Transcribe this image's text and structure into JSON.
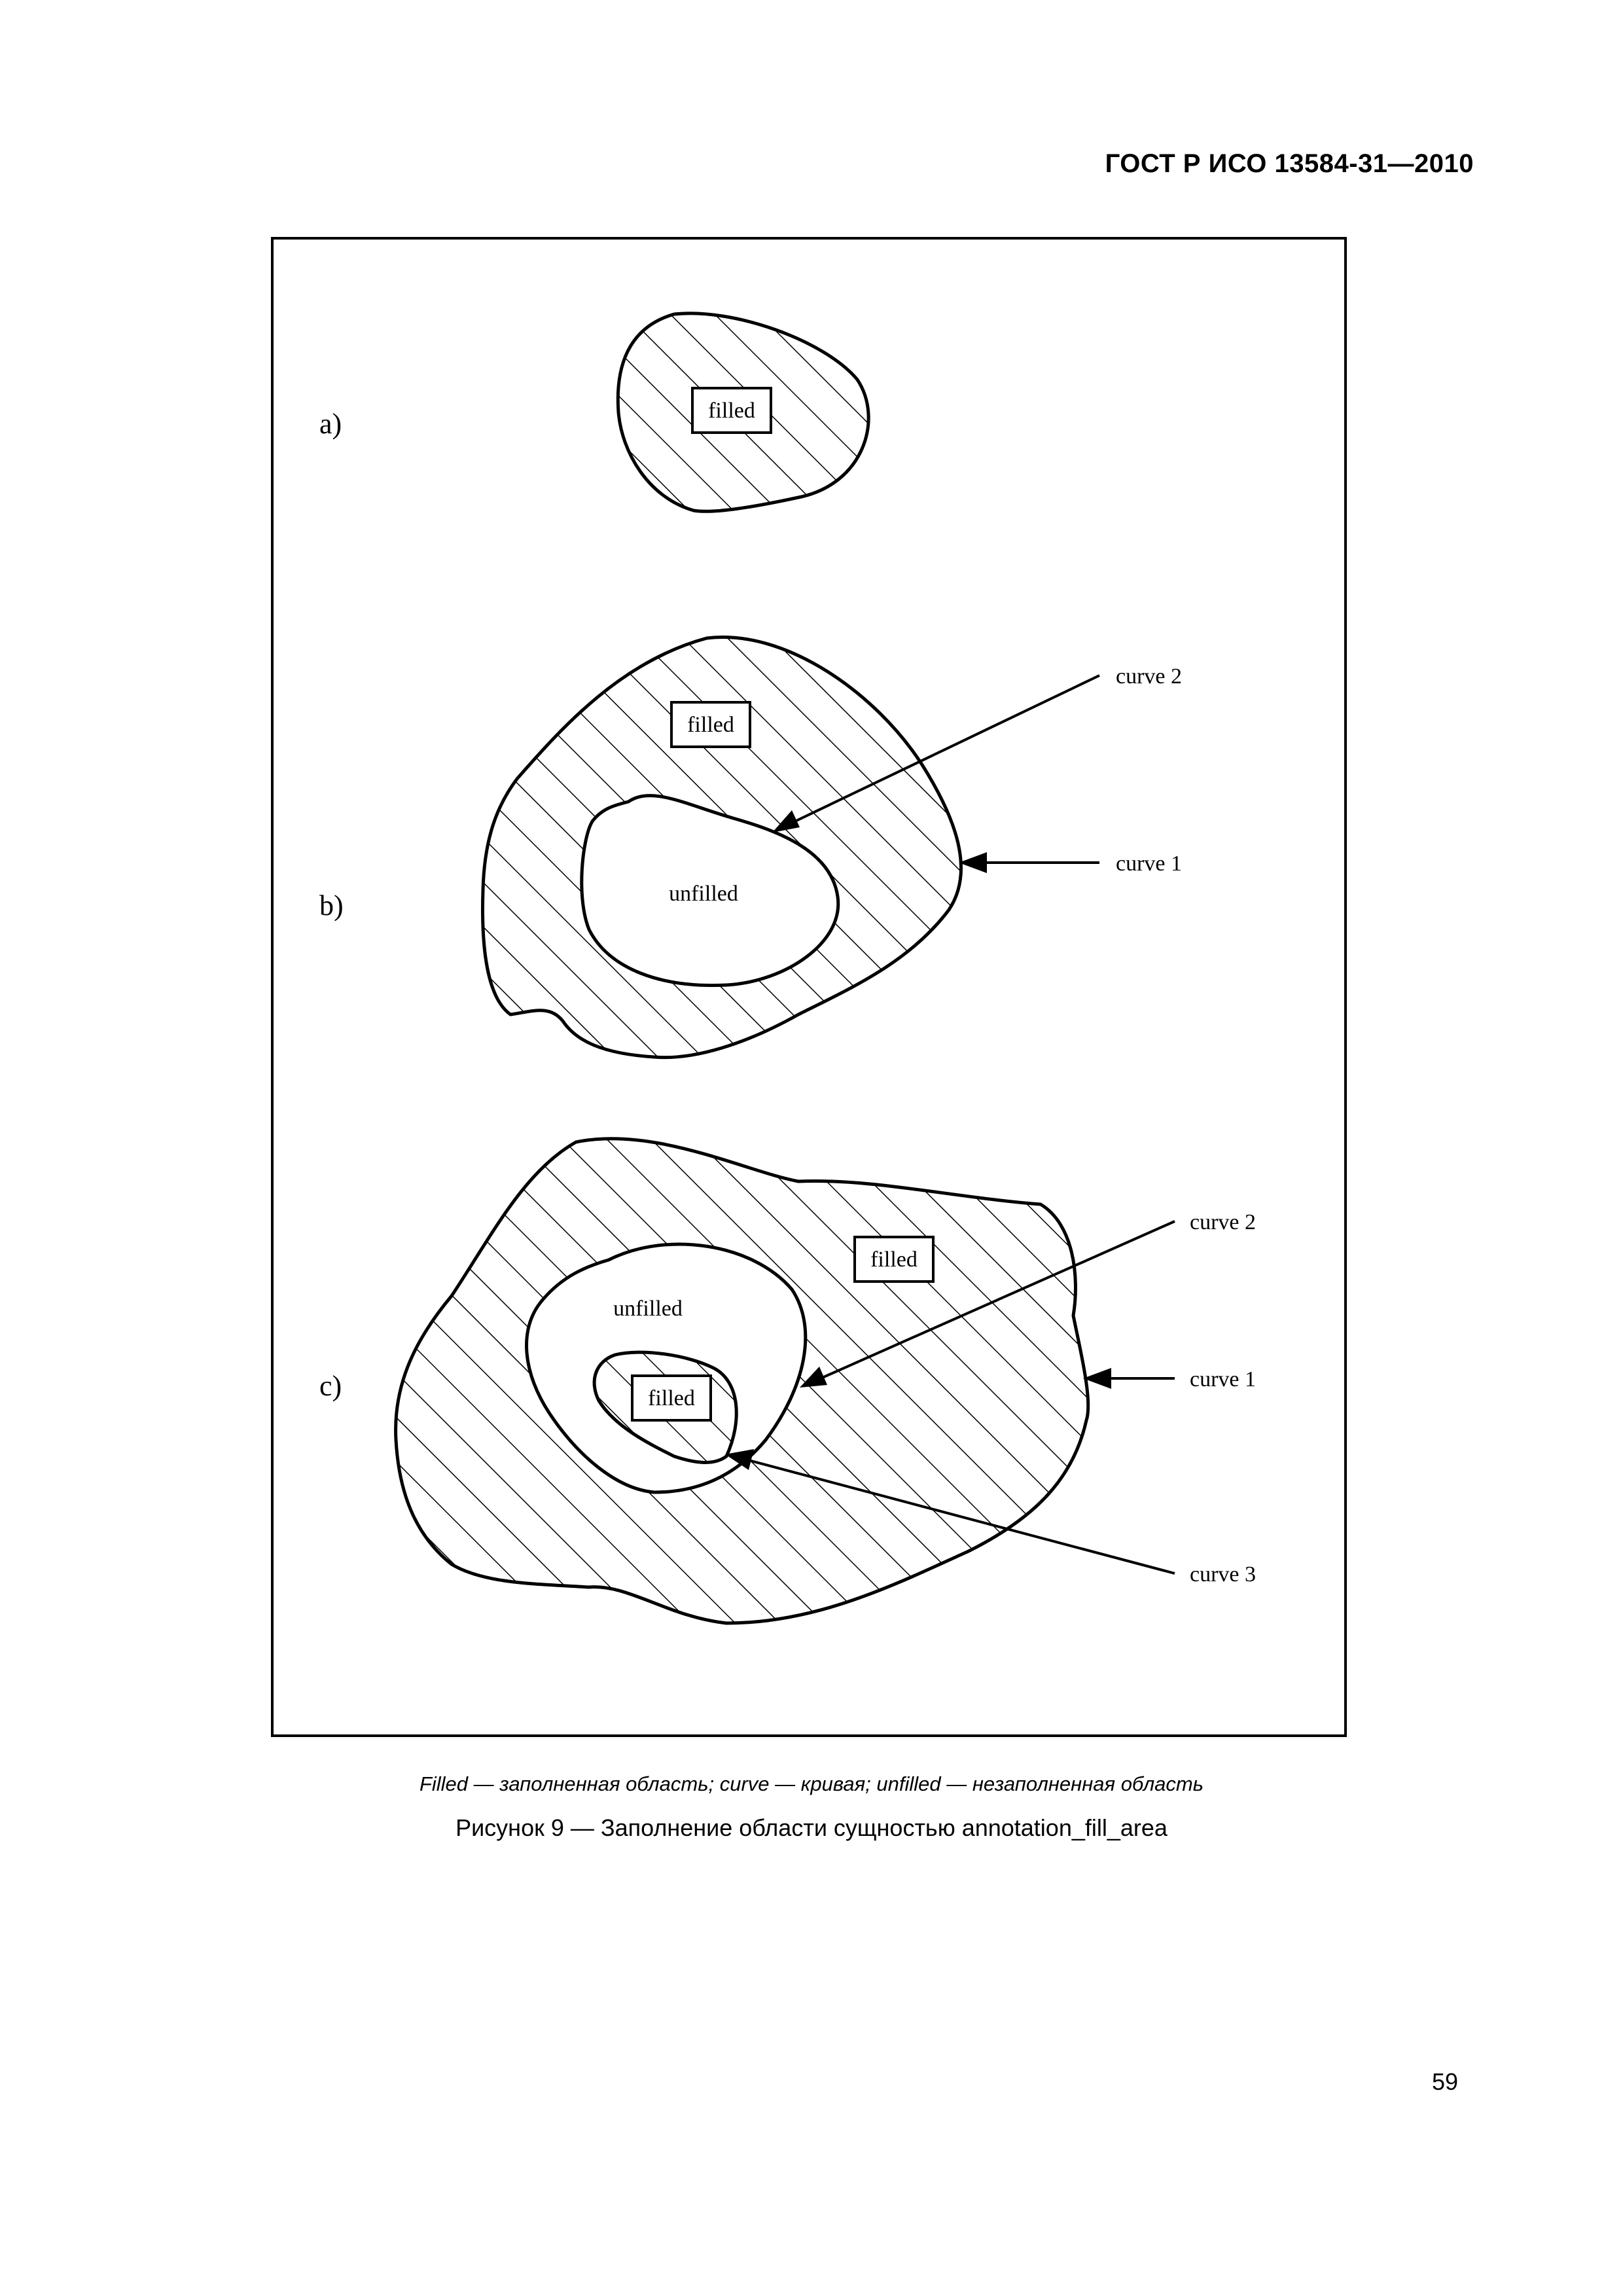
{
  "header": {
    "standard_code": "ГОСТ Р ИСО 13584-31—2010"
  },
  "figure": {
    "panel_a": {
      "label": "a)",
      "filled_label": "filled"
    },
    "panel_b": {
      "label": "b)",
      "filled_label": "filled",
      "unfilled_label": "unfilled",
      "curve_2": "curve 2",
      "curve_1": "curve 1"
    },
    "panel_c": {
      "label": "c)",
      "outer_filled_label": "filled",
      "unfilled_label": "unfilled",
      "inner_filled_label": "filled",
      "curve_2": "curve 2",
      "curve_1": "curve 1",
      "curve_3": "curve 3"
    }
  },
  "legend_note": "Filled — заполненная область; curve — кривая; unfilled — незаполненная область",
  "caption": "Рисунок 9 — Заполнение области сущностью annotation_fill_area",
  "page_number": "59"
}
